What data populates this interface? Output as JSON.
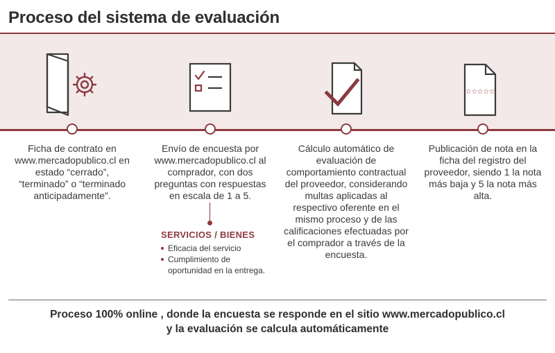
{
  "title": "Proceso del sistema de evaluación",
  "colors": {
    "accent": "#8c3a3f",
    "band": "#f4e9e9",
    "text": "#3a3a3a"
  },
  "steps": [
    {
      "icon": "contract-gear-icon",
      "text": "Ficha de contrato en www.mercadopublico.cl en estado “cerrado”, “terminado” o “terminado anticipadamente”."
    },
    {
      "icon": "checklist-icon",
      "text": "Envío de encuesta por www.mercadopublico.cl al comprador, con dos preguntas con respuestas en escala de 1 a 5."
    },
    {
      "icon": "document-check-icon",
      "text": "Cálculo automático de evaluación de comportamiento contractual del proveedor, considerando multas aplicadas al respectivo oferente en el mismo proceso y de las calificaciones efectuadas por el comprador a través de la encuesta."
    },
    {
      "icon": "document-stars-icon",
      "text": "Publicación de nota en la ficha del registro del proveedor, siendo 1 la nota más baja y 5 la nota más alta."
    }
  ],
  "services": {
    "heading_left": "SERVICIOS",
    "separator": "/",
    "heading_right": "BIENES",
    "items": [
      "Eficacia del servicio",
      "Cumplimiento de oportunidad en la entrega."
    ]
  },
  "footer": {
    "line1": "Proceso 100% online , donde la encuesta se responde en el sitio www.mercadopublico.cl",
    "line2": "y la evaluación se calcula automáticamente"
  }
}
